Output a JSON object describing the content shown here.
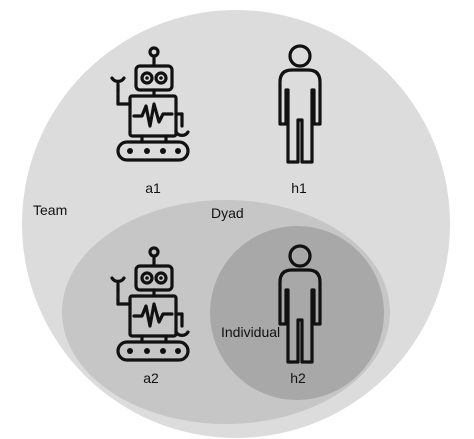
{
  "labels": {
    "team": "Team",
    "dyad": "Dyad",
    "individual": "Individual",
    "a1": "a1",
    "h1": "h1",
    "a2": "a2",
    "h2": "h2"
  },
  "colors": {
    "team_fill": "#dcdcdc",
    "dyad_fill": "#c6c6c6",
    "individual_fill": "#a8a8a8",
    "icon_stroke": "#111111",
    "robot_body_fill": "#e9e9e9",
    "robot_face_fill": "#ffffff",
    "human_fill": "#ffffff"
  }
}
